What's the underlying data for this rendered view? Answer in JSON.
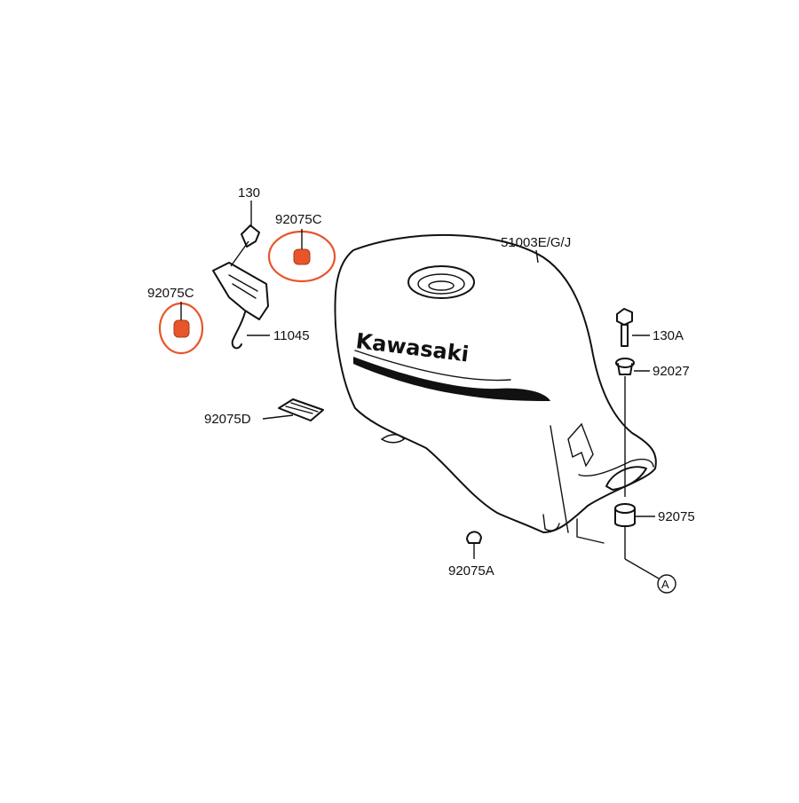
{
  "labels": {
    "bolt_130": "130",
    "rubber_92075c_top": "92075C",
    "rubber_92075c_left": "92075C",
    "bracket_11045": "11045",
    "pad_92075d": "92075D",
    "tank_51003": "51003E/G/J",
    "bolt_130a": "130A",
    "collar_92027": "92027",
    "damper_92075": "92075",
    "cap_92075a": "92075A",
    "ref_a": "A"
  },
  "brand": {
    "tank_logo": "Kawasaki"
  },
  "colors": {
    "highlight_circle": "#e8552b",
    "highlight_part": "#e8552b",
    "line": "#111111"
  }
}
